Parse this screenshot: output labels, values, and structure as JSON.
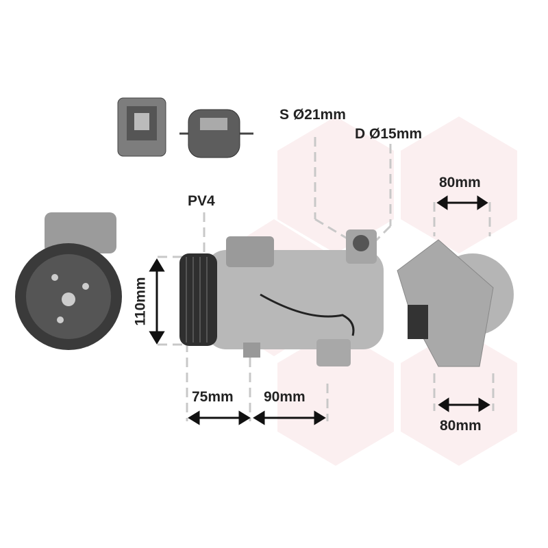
{
  "labels": {
    "suction": "S Ø21mm",
    "discharge": "D Ø15mm",
    "pulley": "PV4",
    "height": "110mm",
    "depth_front": "75mm",
    "depth_body": "90mm",
    "width_top": "80mm",
    "width_bottom": "80mm"
  },
  "colors": {
    "hex_background": "#fbeff0",
    "dimension_line": "#c8c8c8",
    "arrow": "#111111"
  }
}
